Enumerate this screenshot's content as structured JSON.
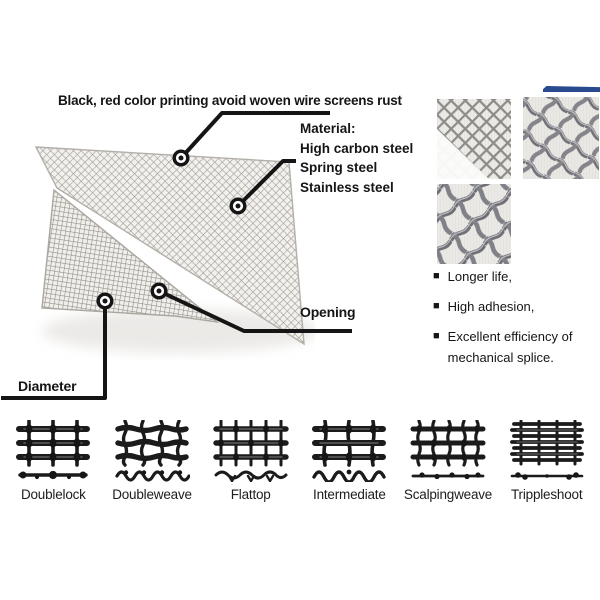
{
  "colors": {
    "text": "#151515",
    "line": "#151515",
    "accent_blue": "#274b8e",
    "mesh_gray": "#a29e98"
  },
  "icons": {
    "bullet": "■"
  },
  "annotations": {
    "top_note": "Black, red color printing avoid woven wire screens rust",
    "material": {
      "title": "Material:",
      "items": [
        "High carbon steel",
        "Spring steel",
        "Stainless steel"
      ]
    },
    "opening_label": "Opening",
    "diameter_label": "Diameter"
  },
  "features": {
    "items": [
      "Longer life,",
      "High adhesion,",
      "Excellent efficiency of mechanical splice."
    ]
  },
  "weave_types": [
    {
      "label": "Doublelock"
    },
    {
      "label": "Doubleweave"
    },
    {
      "label": "Flattop"
    },
    {
      "label": "Intermediate"
    },
    {
      "label": "Scalpingweave"
    },
    {
      "label": "Trippleshoot"
    }
  ]
}
